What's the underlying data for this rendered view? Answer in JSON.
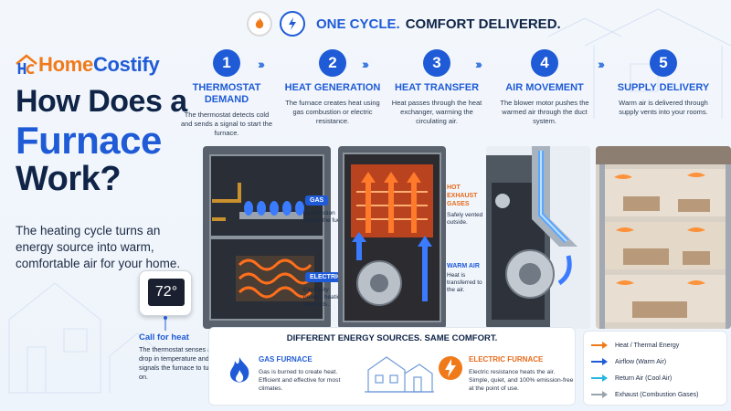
{
  "header": {
    "tagline_highlight": "ONE CYCLE.",
    "tagline_rest": "COMFORT DELIVERED."
  },
  "brand": {
    "name_part1": "Home",
    "name_part2": "Costify",
    "colors": {
      "orange": "#f07a1a",
      "blue": "#1f5bd6",
      "navy": "#0f2447"
    }
  },
  "title": {
    "line1": "How Does a",
    "line2": "Furnace",
    "line3": "Work?"
  },
  "intro": "The heating cycle turns an energy source into warm, comfortable air for your home.",
  "steps": [
    {
      "number": "1",
      "title": "THERMOSTAT DEMAND",
      "desc": "The thermostat detects cold and sends a signal to start the furnace."
    },
    {
      "number": "2",
      "title": "HEAT GENERATION",
      "desc": "The furnace creates heat using gas combustion or electric resistance."
    },
    {
      "number": "3",
      "title": "HEAT TRANSFER",
      "desc": "Heat passes through the heat exchanger, warming the circulating air."
    },
    {
      "number": "4",
      "title": "AIR MOVEMENT",
      "desc": "The blower motor pushes the warmed air through the duct system."
    },
    {
      "number": "5",
      "title": "SUPPLY DELIVERY",
      "desc": "Warm air is delivered through supply vents into your rooms."
    }
  ],
  "callouts": {
    "gas_tag": "GAS",
    "gas_text": "Combustion ignites the fuel.",
    "electric_tag": "ELECTRIC",
    "electric_text": "Electricity powers heating elements.",
    "exhaust_title": "HOT EXHAUST GASES",
    "exhaust_text": "Safely vented outside.",
    "warm_title": "WARM AIR",
    "warm_text": "Heat is transferred to the air."
  },
  "thermostat": {
    "reading": "72°",
    "call_title": "Call for heat",
    "call_desc": "The thermostat senses a drop in temperature and signals the furnace to turn on."
  },
  "energy": {
    "title": "DIFFERENT ENERGY SOURCES. SAME COMFORT.",
    "gas_title": "GAS FURNACE",
    "gas_desc": "Gas is burned to create heat. Efficient and effective for most climates.",
    "electric_title": "ELECTRIC FURNACE",
    "electric_desc": "Electric resistance heats the air. Simple, quiet, and 100% emission-free at the point of use."
  },
  "legend": [
    {
      "label": "Heat / Thermal Energy",
      "color": "#f07a1a"
    },
    {
      "label": "Airflow (Warm Air)",
      "color": "#1f5bd6"
    },
    {
      "label": "Return Air (Cool Air)",
      "color": "#27b7e0"
    },
    {
      "label": "Exhaust (Combustion Gases)",
      "color": "#9aa3ad"
    }
  ]
}
